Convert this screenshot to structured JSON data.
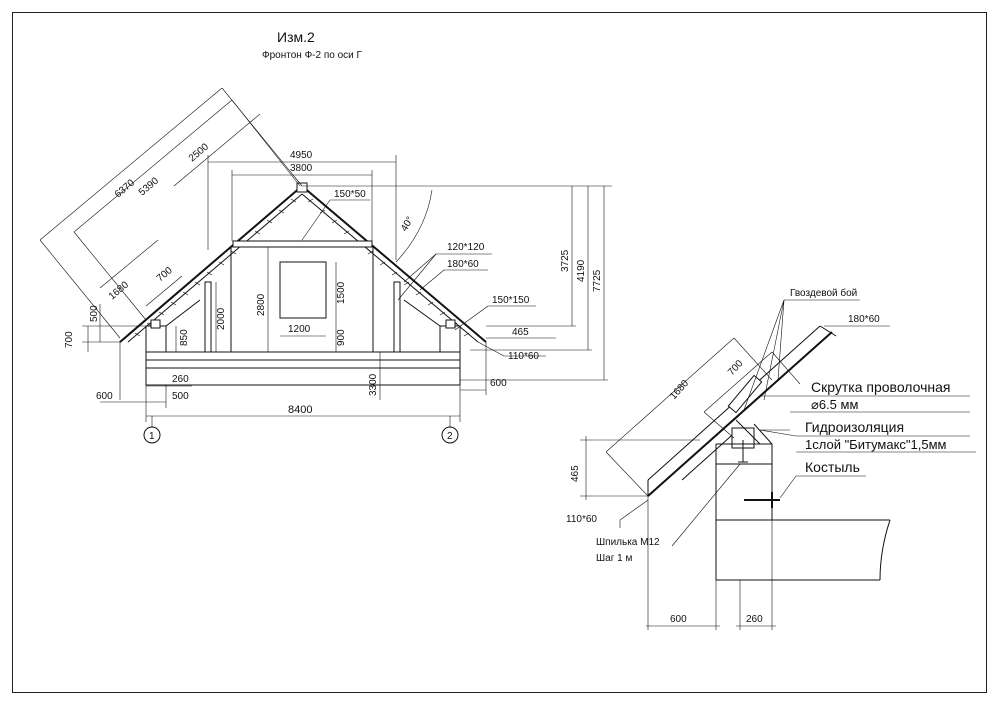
{
  "sheet": {
    "rev": "Изм.2",
    "title": "Фронтон Ф-2 по оси Г"
  },
  "dims_main": {
    "d6370": "6370",
    "d5390": "5390",
    "d2500": "2500",
    "d4950": "4950",
    "d3800": "3800",
    "d1680": "1680",
    "d700": "700",
    "d500": "500",
    "d700b": "700",
    "d850": "850",
    "d2000": "2000",
    "d2800": "2800",
    "d1500": "1500",
    "d1200": "1200",
    "d900": "900",
    "d3725": "3725",
    "d4190": "4190",
    "d7725": "7725",
    "d465": "465",
    "d3300": "3300",
    "d260": "260",
    "d600": "600",
    "d500b": "500",
    "d8400": "8400",
    "d600b": "600",
    "angle": "40°"
  },
  "sections_main": {
    "s150x50": "150*50",
    "s120x120": "120*120",
    "s180x60": "180*60",
    "s150x150": "150*150",
    "s110x60": "110*60"
  },
  "axes": {
    "a1": "1",
    "a2": "2"
  },
  "detail": {
    "nail": "Гвоздевой бой",
    "s180x60": "180*60",
    "d1680": "1680",
    "d700": "700",
    "wire_title": "Скрутка проволочная",
    "wire_dia": "⌀6.5 мм",
    "wp_title": "Гидроизоляция",
    "wp_desc": "1слой \"Битумакс\"1,5мм",
    "kostyl": "Костыль",
    "d465": "465",
    "s110x60": "110*60",
    "stud": "Шпилька М12",
    "step": "Шаг 1 м",
    "d600": "600",
    "d260": "260"
  }
}
